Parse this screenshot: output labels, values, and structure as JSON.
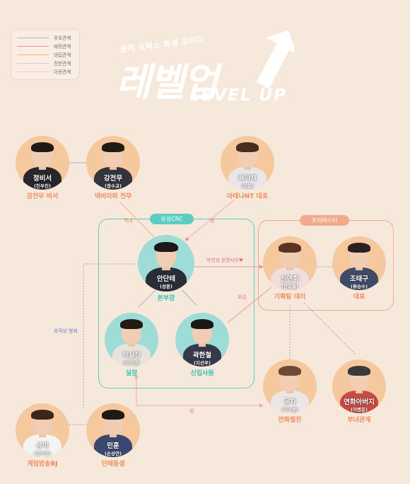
{
  "legend": {
    "items": [
      {
        "label": "우호관계",
        "color": "#aab5c8",
        "style": "solid"
      },
      {
        "label": "애정관계",
        "color": "#f08fa0",
        "style": "solid"
      },
      {
        "label": "대립관계",
        "color": "#f5b28a",
        "style": "solid"
      },
      {
        "label": "친분관계",
        "color": "#b7a9d6",
        "style": "dotted"
      },
      {
        "label": "이용관계",
        "color": "#f2a9b4",
        "style": "dotted"
      }
    ]
  },
  "title": {
    "subtitle": "본격 오피스 회생 코미디",
    "main": "레벨업",
    "english": "LEVEL UP"
  },
  "groups": {
    "yusung": {
      "tag": "유성CRC",
      "color": "#5ccdc2"
    },
    "joy": {
      "tag": "조이버스터",
      "color": "#f3a98b"
    }
  },
  "characters": [
    {
      "id": "jung",
      "name": "정비서",
      "actor": "(진우진)",
      "role": "강전무 비서",
      "role_color": "#f08a5d",
      "bg": "#f5c89e",
      "hair": "#1f1a16",
      "top": "#26262c"
    },
    {
      "id": "kang",
      "name": "강전무",
      "actor": "(정수교)",
      "role": "넥비이퍼 전무",
      "role_color": "#f08a5d",
      "bg": "#f5c89e",
      "hair": "#1f1a16",
      "top": "#33343c"
    },
    {
      "id": "bae",
      "name": "배야채",
      "actor": "(강별)",
      "role": "아테나NT 대표",
      "role_color": "#f08a5d",
      "bg": "#f5c89e",
      "hair": "#4a2c1c",
      "top": "#e9e6ea"
    },
    {
      "id": "ahn",
      "name": "안단테",
      "actor": "(성훈)",
      "role": "본부장",
      "role_color": "#2ec2b3",
      "bg": "#9edcd7",
      "hair": "#1c1816",
      "top": "#2a2d38"
    },
    {
      "id": "park",
      "name": "박실장",
      "actor": "(데니안)",
      "role": "실장",
      "role_color": "#2ec2b3",
      "bg": "#9edcd7",
      "hair": "#221a14",
      "top": "#e9e3dc"
    },
    {
      "id": "kwak",
      "name": "곽한철",
      "actor": "(지선우)",
      "role": "신입사원",
      "role_color": "#2ec2b3",
      "bg": "#9edcd7",
      "hair": "#1b1716",
      "top": "#35394a"
    },
    {
      "id": "shin",
      "name": "신연화",
      "actor": "(한보름)",
      "role": "기획팀 대리",
      "role_color": "#f08a5d",
      "bg": "#f5c89e",
      "hair": "#5a3422",
      "top": "#f0dede"
    },
    {
      "id": "jo",
      "name": "조태구",
      "actor": "(류승수)",
      "role": "대표",
      "role_color": "#f08a5d",
      "bg": "#f5c89e",
      "hair": "#2a2220",
      "top": "#3e4a66"
    },
    {
      "id": "yuja",
      "name": "유자",
      "actor": "(이가원)",
      "role": "연화절친",
      "role_color": "#f08a5d",
      "bg": "#f5c89e",
      "hair": "#6b4a35",
      "top": "#ece7e6"
    },
    {
      "id": "father",
      "name": "연화아버지",
      "actor": "(이병준)",
      "role": "부녀관계",
      "role_color": "#f08a5d",
      "bg": "#f5c89e",
      "hair": "#3a3a3a",
      "top": "#c84a44"
    },
    {
      "id": "sangmi",
      "name": "상미",
      "actor": "(김지인)",
      "role": "게임방송BJ",
      "role_color": "#f08a5d",
      "bg": "#f5c89e",
      "hair": "#3b2619",
      "top": "#f3f3f3"
    },
    {
      "id": "minhun",
      "name": "민훈",
      "actor": "(손상연)",
      "role": "단테동생",
      "role_color": "#f08a5d",
      "bg": "#f5c89e",
      "hair": "#1f1916",
      "top": "#3a4770"
    }
  ],
  "edge_labels": {
    "kang_ahn": "적대",
    "bae_ahn": "썸",
    "ahn_shin": "악연과 운명사이♥",
    "kwak_shin": "호감",
    "ahn_sangmi": "호적상 형제",
    "minhun_yuja": "썸"
  }
}
